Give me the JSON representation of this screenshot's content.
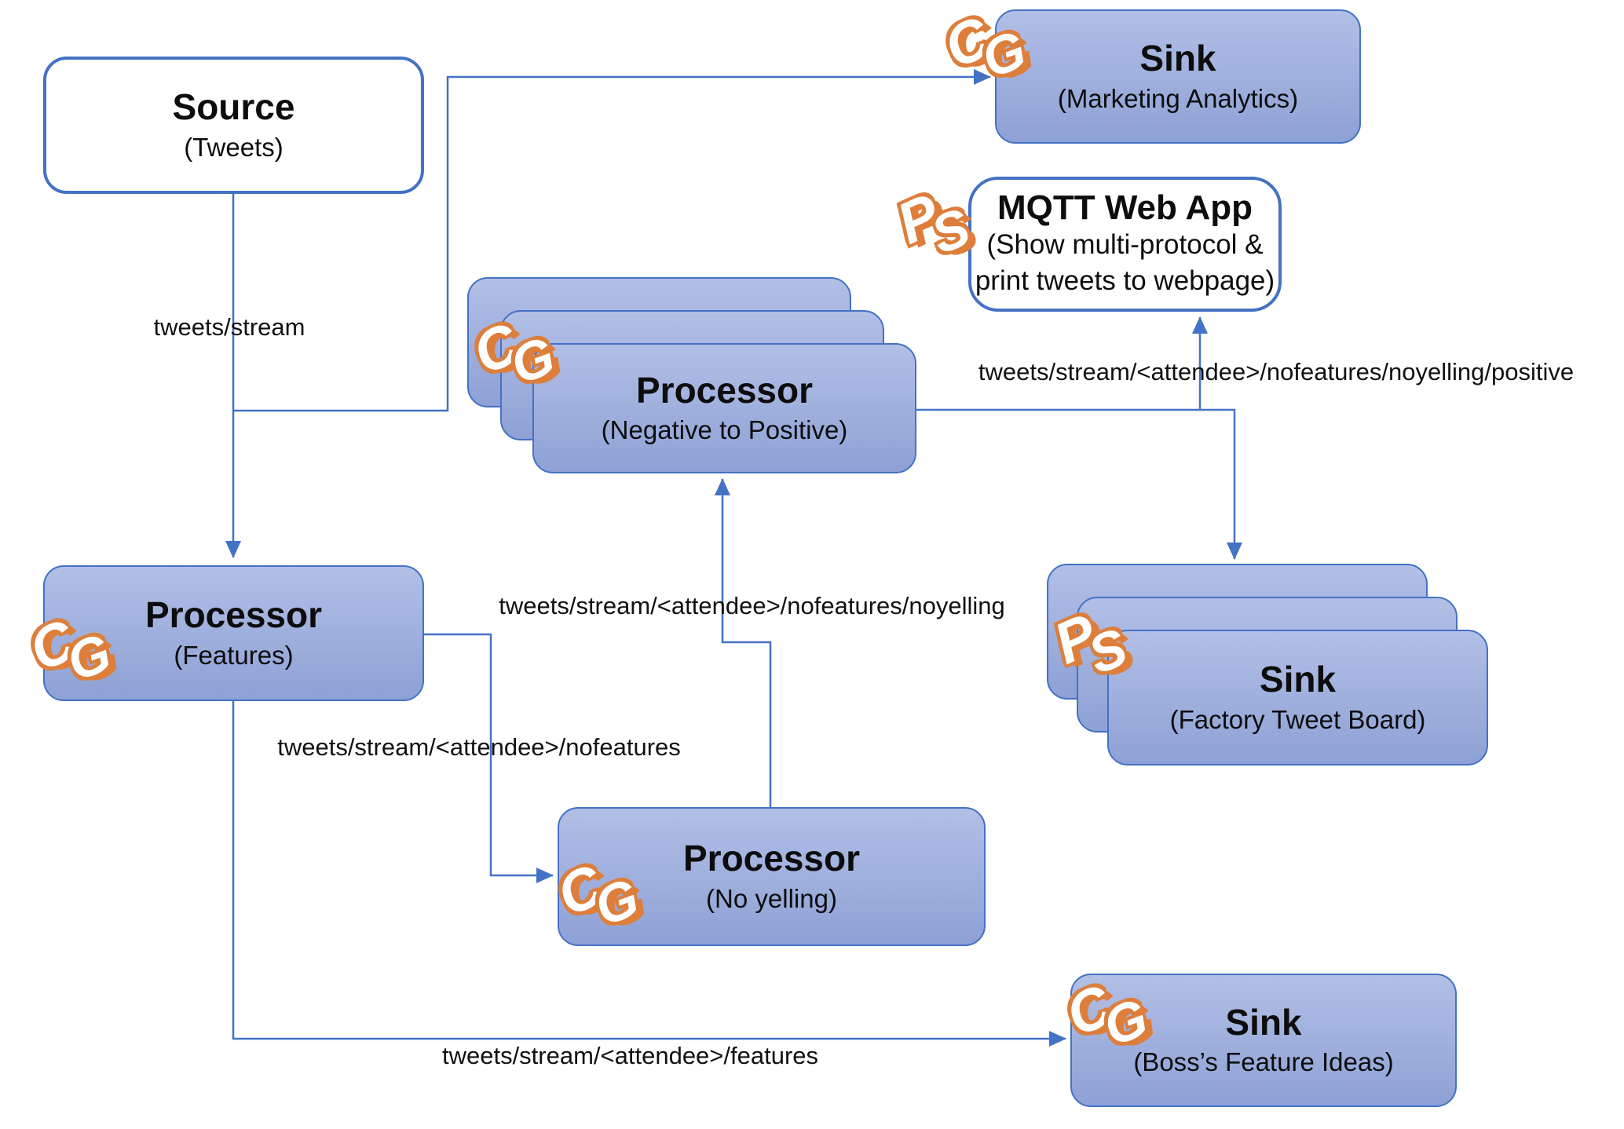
{
  "diagram": {
    "nodes": {
      "source": {
        "title": "Source",
        "subtitle": "(Tweets)"
      },
      "sink_marketing": {
        "title": "Sink",
        "subtitle": "(Marketing Analytics)",
        "logo": [
          "C",
          "G"
        ]
      },
      "mqtt_web_app": {
        "title": "MQTT Web App",
        "subtitle_line1": "(Show multi-protocol &",
        "subtitle_line2": "print tweets to webpage)",
        "logo": [
          "P",
          "S"
        ]
      },
      "processor_negative_to_positive": {
        "title": "Processor",
        "subtitle": "(Negative to Positive)",
        "logo": [
          "C",
          "G"
        ]
      },
      "processor_features": {
        "title": "Processor",
        "subtitle": "(Features)",
        "logo": [
          "C",
          "G"
        ]
      },
      "processor_no_yelling": {
        "title": "Processor",
        "subtitle": "(No yelling)",
        "logo": [
          "C",
          "G"
        ]
      },
      "sink_factory": {
        "title": "Sink",
        "subtitle": "(Factory Tweet Board)",
        "logo": [
          "P",
          "S"
        ]
      },
      "sink_boss": {
        "title": "Sink",
        "subtitle": "(Boss’s Feature Ideas)",
        "logo": [
          "C",
          "G"
        ]
      }
    },
    "edge_labels": {
      "tweets_stream": "tweets/stream",
      "nofeatures": "tweets/stream/<attendee>/nofeatures",
      "noyelling": "tweets/stream/<attendee>/nofeatures/noyelling",
      "positive": "tweets/stream/<attendee>/nofeatures/noyelling/positive",
      "features": "tweets/stream/<attendee>/features"
    },
    "colors": {
      "line_blue": "#4472C4",
      "node_fill_top": "#b2bfe6",
      "node_fill_bottom": "#8ea1d5",
      "logo_orange": "#DD7E3B"
    }
  }
}
